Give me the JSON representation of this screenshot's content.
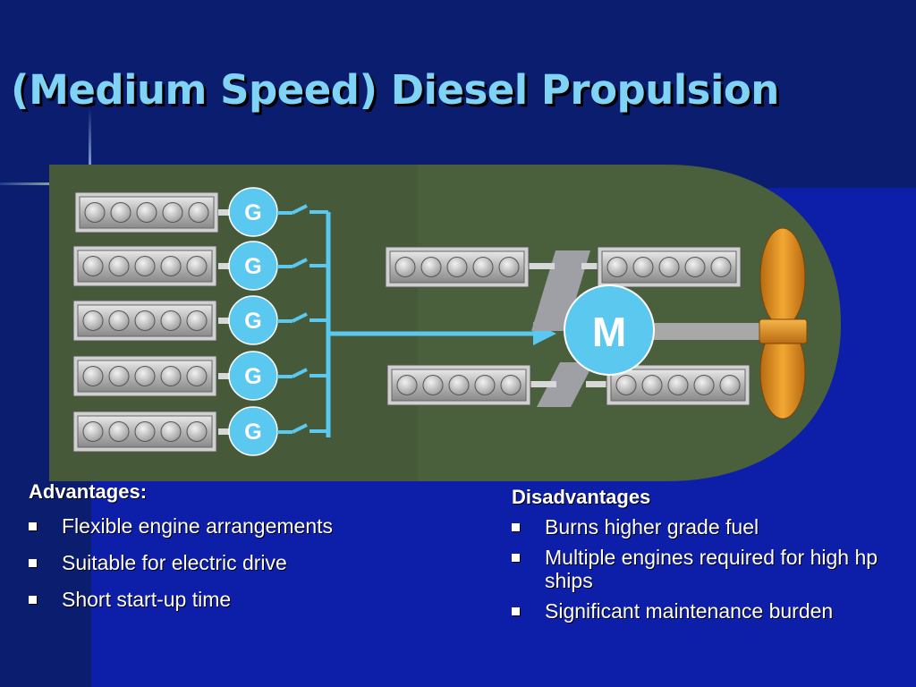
{
  "title": "(Medium Speed) Diesel Propulsion",
  "diagram": {
    "generator_label": "G",
    "motor_label": "M",
    "generator_count": 5,
    "colors": {
      "hull": "#4a5f3c",
      "bus": "#5bc8f0",
      "generator": "#5bc8f0",
      "propeller": "#e0901a",
      "engine_body": "#c8c8c8"
    }
  },
  "advantages": {
    "heading": "Advantages:",
    "items": [
      "Flexible engine arrangements",
      "Suitable for electric drive",
      "Short start-up time"
    ]
  },
  "disadvantages": {
    "heading": "Disadvantages",
    "items": [
      "Burns higher grade fuel",
      "Multiple engines required for high hp ships",
      "Significant maintenance burden"
    ]
  }
}
